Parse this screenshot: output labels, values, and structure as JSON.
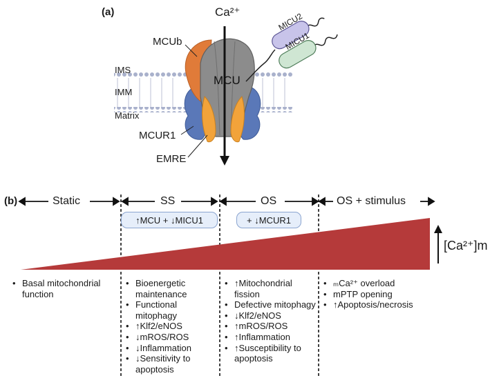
{
  "panel_a": {
    "label": "(a)",
    "ca_ion": "Ca²⁺",
    "membrane_labels": [
      "IMS",
      "IMM",
      "Matrix"
    ],
    "protein_labels": {
      "mcub": "MCUb",
      "mcu": "MCU",
      "mcur1": "MCUR1",
      "emre": "EMRE",
      "micu2": "MICU2",
      "micu1": "MICU1"
    },
    "colors": {
      "mcu": "#8c8c8c",
      "mcub": "#e07b39",
      "emre": "#f2a33a",
      "mcur1": "#5a78b8",
      "micu2": "#c8c4ea",
      "micu1": "#cfe6d3",
      "membrane": "#a9b1cc"
    }
  },
  "panel_b": {
    "label": "(b)",
    "stages": [
      {
        "name": "Static"
      },
      {
        "name": "SS",
        "chip": "↑MCU + ↓MICU1"
      },
      {
        "name": "OS",
        "chip": "+ ↓MCUR1"
      },
      {
        "name": "OS + stimulus"
      }
    ],
    "gradient_color": "#b53a3a",
    "axis_label": "[Ca²⁺]m",
    "bullets": [
      [
        "Basal mitochondrial function"
      ],
      [
        "Bioenergetic maintenance",
        "Functional mitophagy",
        "↑Klf2/eNOS",
        "↓mROS/ROS",
        "↓Inflammation",
        "↓Sensitivity to apoptosis"
      ],
      [
        "↑Mitochondrial fission",
        "Defective mitophagy",
        "↓Klf2/eNOS",
        "↑mROS/ROS",
        "↑Inflammation",
        "↑Susceptibility to apoptosis"
      ],
      [
        "ₘCa²⁺ overload",
        "mPTP opening",
        "↑Apoptosis/necrosis"
      ]
    ]
  }
}
